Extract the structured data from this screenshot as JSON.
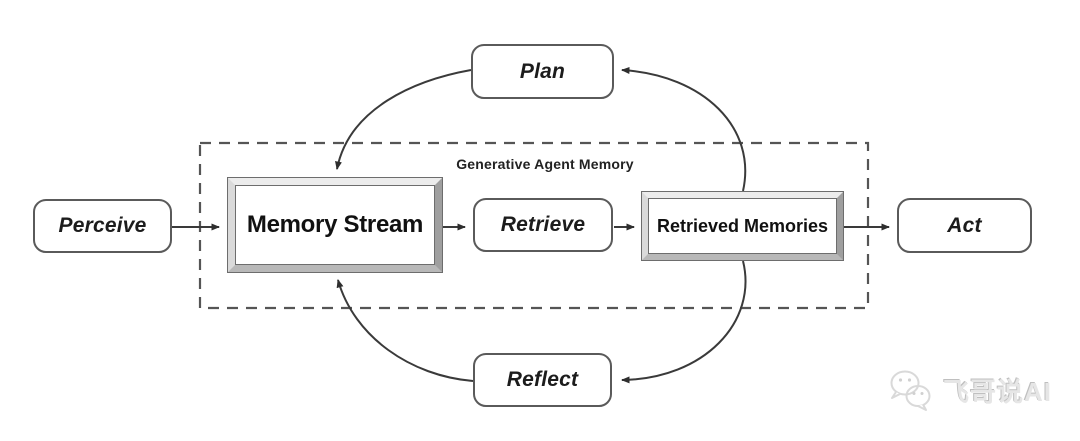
{
  "diagram": {
    "title": "Generative Agent Memory",
    "nodes": {
      "plan": {
        "label": "Plan"
      },
      "perceive": {
        "label": "Perceive"
      },
      "memory_stream": {
        "label": "Memory Stream"
      },
      "retrieve": {
        "label": "Retrieve"
      },
      "retrieved_memories": {
        "label": "Retrieved Memories"
      },
      "act": {
        "label": "Act"
      },
      "reflect": {
        "label": "Reflect"
      }
    },
    "edges": [
      {
        "from": "perceive",
        "to": "memory_stream",
        "style": "straight"
      },
      {
        "from": "memory_stream",
        "to": "retrieve",
        "style": "straight"
      },
      {
        "from": "retrieve",
        "to": "retrieved_memories",
        "style": "straight"
      },
      {
        "from": "retrieved_memories",
        "to": "act",
        "style": "straight"
      },
      {
        "from": "plan",
        "to": "memory_stream",
        "style": "curved"
      },
      {
        "from": "retrieved_memories",
        "to": "plan",
        "style": "curved"
      },
      {
        "from": "retrieved_memories",
        "to": "reflect",
        "style": "curved"
      },
      {
        "from": "reflect",
        "to": "memory_stream",
        "style": "curved"
      }
    ],
    "colors": {
      "line": "#3a3a3a",
      "node_border": "#5a5a5a",
      "dashed_border": "#555555",
      "text": "#1c1c1c",
      "bevel_light": "#ececec",
      "bevel_dark": "#9f9f9f",
      "background": "#ffffff",
      "watermark": "#e6e6e6"
    }
  },
  "watermark": {
    "text": "飞哥说AI",
    "icon": "wechat-icon"
  }
}
